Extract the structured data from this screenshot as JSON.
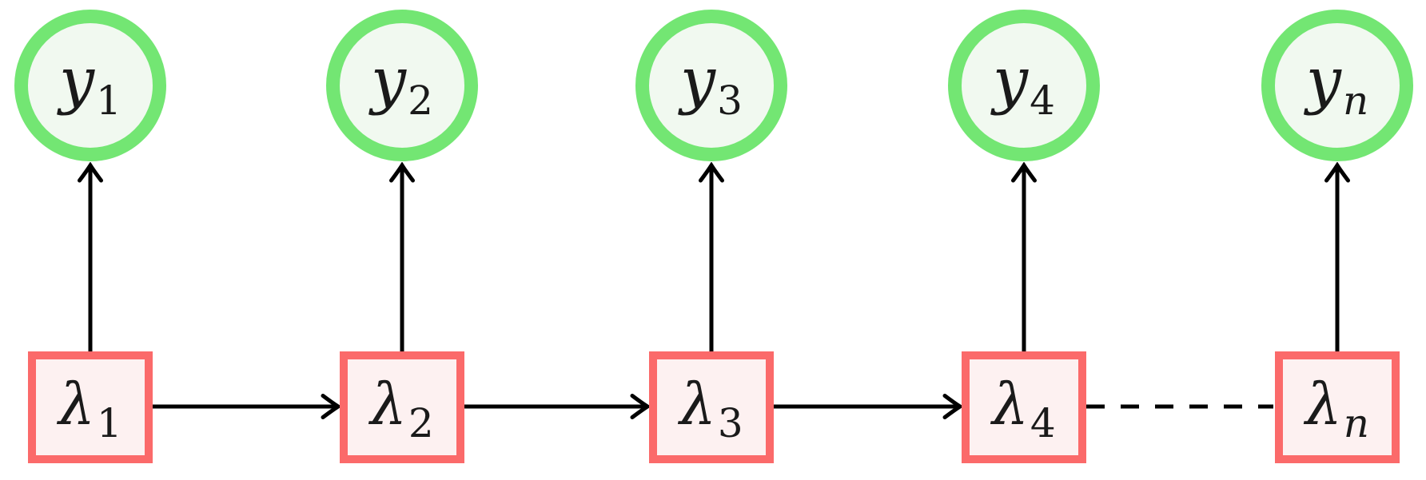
{
  "diagram": {
    "type": "hidden-markov-chain-graphical-model",
    "observation_nodes": [
      {
        "base": "y",
        "sub": "1"
      },
      {
        "base": "y",
        "sub": "2"
      },
      {
        "base": "y",
        "sub": "3"
      },
      {
        "base": "y",
        "sub": "4"
      },
      {
        "base": "y",
        "sub": "n"
      }
    ],
    "state_nodes": [
      {
        "base": "λ",
        "sub": "1"
      },
      {
        "base": "λ",
        "sub": "2"
      },
      {
        "base": "λ",
        "sub": "3"
      },
      {
        "base": "λ",
        "sub": "4"
      },
      {
        "base": "λ",
        "sub": "n"
      }
    ],
    "edges": [
      {
        "from": "λ1",
        "to": "y1",
        "style": "solid-arrow"
      },
      {
        "from": "λ2",
        "to": "y2",
        "style": "solid-arrow"
      },
      {
        "from": "λ3",
        "to": "y3",
        "style": "solid-arrow"
      },
      {
        "from": "λ4",
        "to": "y4",
        "style": "solid-arrow"
      },
      {
        "from": "λn",
        "to": "yn",
        "style": "solid-arrow"
      },
      {
        "from": "λ1",
        "to": "λ2",
        "style": "solid-arrow"
      },
      {
        "from": "λ2",
        "to": "λ3",
        "style": "solid-arrow"
      },
      {
        "from": "λ3",
        "to": "λ4",
        "style": "solid-arrow"
      },
      {
        "from": "λ4",
        "to": "λn",
        "style": "dashed-no-arrow"
      }
    ],
    "colors": {
      "observation_border": "#73e673",
      "observation_fill": "#f1f9f0",
      "state_border": "#fb6a6a",
      "state_fill": "#fdf1f1",
      "edge": "#000000",
      "background": "#ffffff"
    }
  }
}
